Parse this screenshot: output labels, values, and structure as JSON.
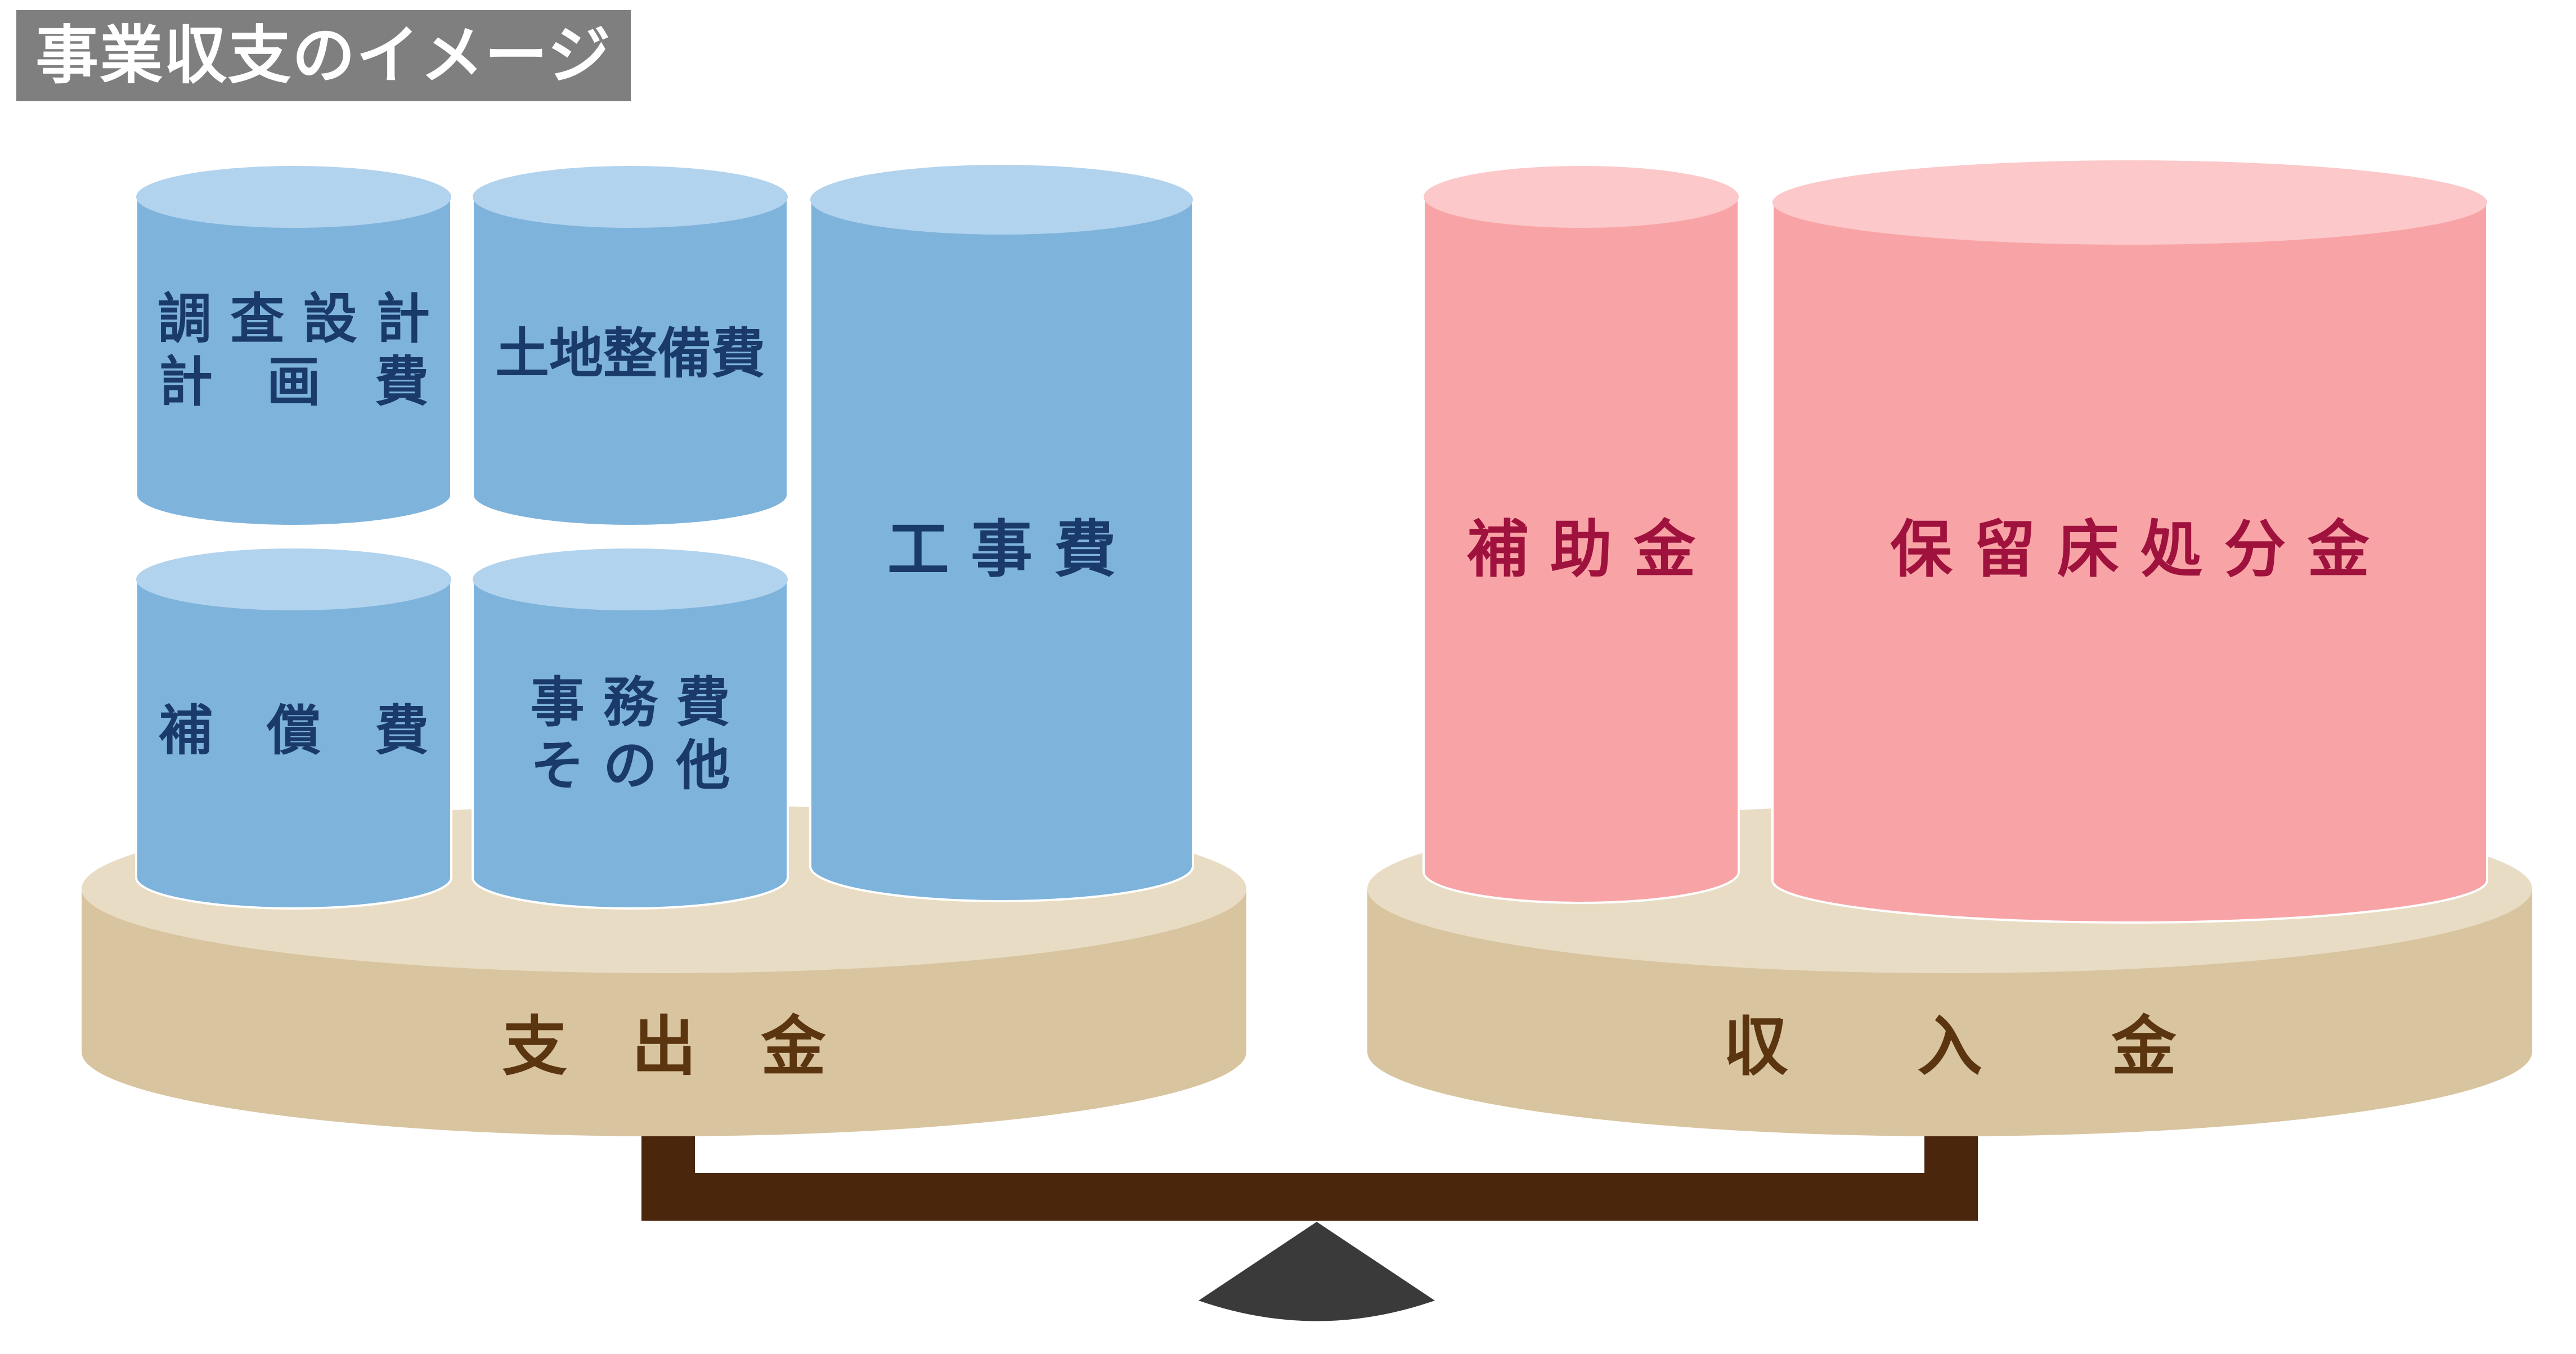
{
  "title": "事業収支のイメージ",
  "colors": {
    "expense_body": "#7eb3dc",
    "expense_top": "#b2d3ee",
    "expense_text": "#1a3a6b",
    "income_body": "#f8a4a6",
    "income_top": "#fcc8c9",
    "income_text": "#a0123e",
    "tray_side": "#d8c49f",
    "tray_top": "#e8dcc4",
    "tray_text": "#5a3510",
    "beam": "#4a260c",
    "fulcrum": "#3a3a3a"
  },
  "expenses": {
    "tray_label": "支　出　金",
    "items": [
      {
        "lines": [
          "調 査 設 計",
          "計　画　費"
        ]
      },
      {
        "lines": [
          "土地整備費"
        ]
      },
      {
        "lines": [
          "工 事 費"
        ]
      },
      {
        "lines": [
          "補　償　費"
        ]
      },
      {
        "lines": [
          "事 務 費",
          "そ の 他"
        ]
      }
    ]
  },
  "income": {
    "tray_label": "収　　入　　金",
    "items": [
      {
        "lines": [
          "補 助 金"
        ]
      },
      {
        "lines": [
          "保 留 床 処 分 金"
        ]
      }
    ]
  }
}
